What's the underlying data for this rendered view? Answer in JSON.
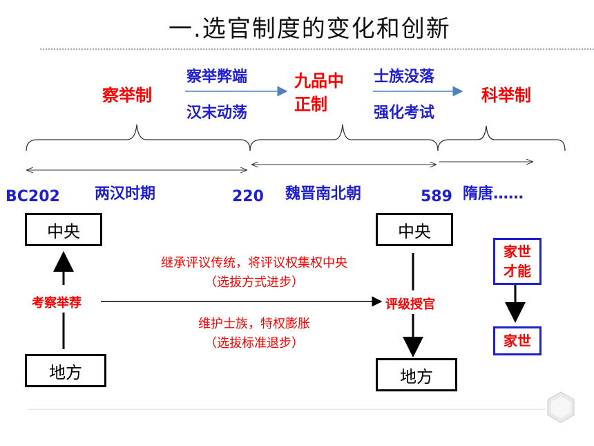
{
  "title": "一.选官制度的变化和创新",
  "systems": {
    "chaju": "察举制",
    "jiupin_line1": "九品中",
    "jiupin_line2": "正制",
    "keju": "科举制"
  },
  "transitions": {
    "first_top": "察举弊端",
    "first_bottom": "汉末动荡",
    "second_top": "士族没落",
    "second_bottom": "强化考试"
  },
  "timeline": {
    "start": "BC202",
    "period1": "两汉时期",
    "mark1": "220",
    "period2": "魏晋南北朝",
    "mark2": "589",
    "period3": "隋唐……"
  },
  "left_flow": {
    "top_box": "中央",
    "bottom_box": "地方",
    "node": "考察举荐"
  },
  "middle_flow": {
    "top_box": "中央",
    "bottom_box": "地方",
    "node": "评级授官",
    "note1_line1": "继承评议传统，将评议权集权中央",
    "note1_line2": "（选拔方式进步）",
    "note2_line1": "维护士族，特权膨胀",
    "note2_line2": "（选拔标准退步）"
  },
  "right_flow": {
    "top_box_line1": "家世",
    "top_box_line2": "才能",
    "bottom_box": "家世"
  },
  "colors": {
    "red": "#ff0000",
    "blue": "#1f1fd0",
    "arrow_blue": "#4f81bd"
  }
}
